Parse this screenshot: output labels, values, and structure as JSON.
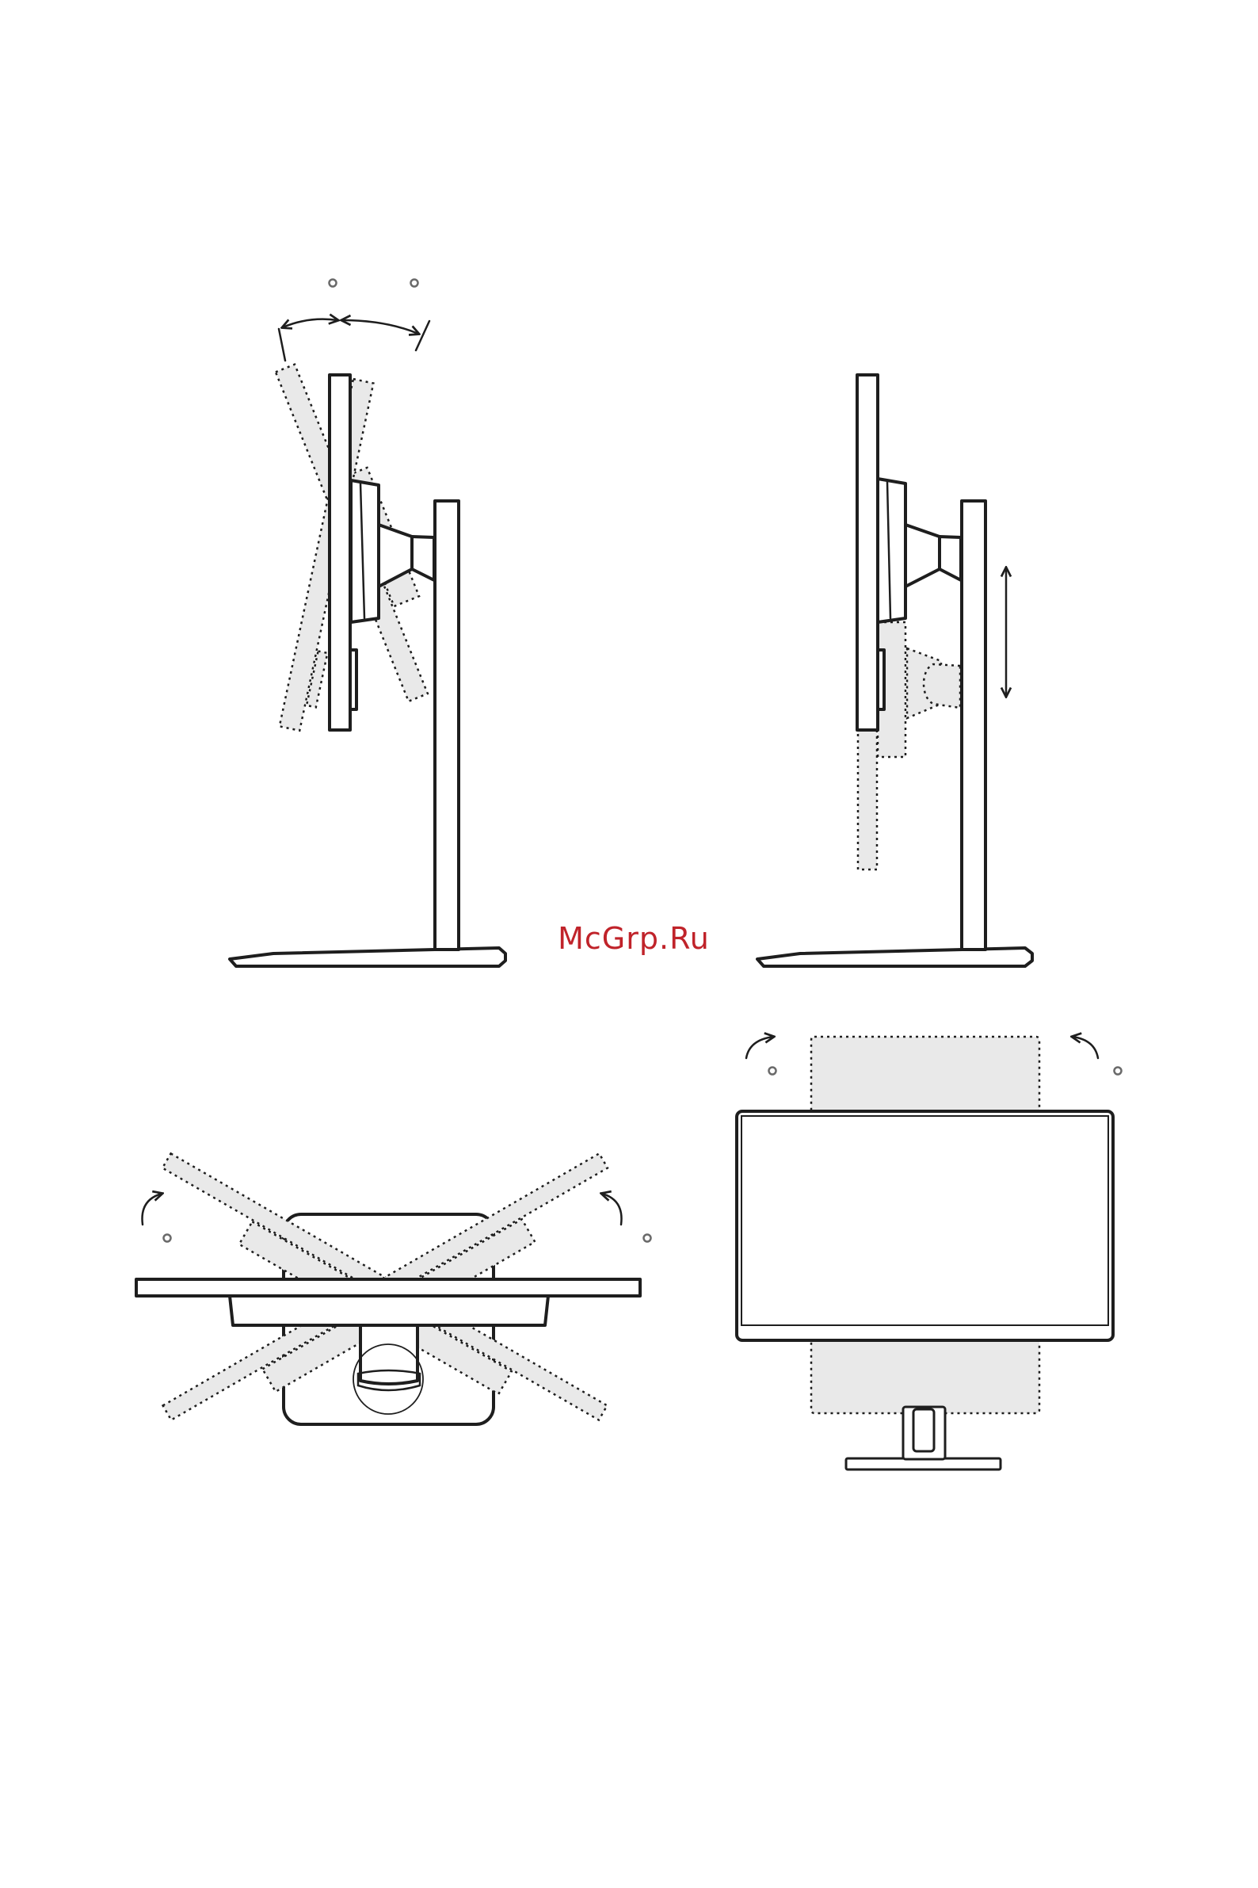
{
  "watermark": "McGrp.Ru",
  "diagrams": [
    {
      "name": "tilt-adjustment"
    },
    {
      "name": "height-adjustment"
    },
    {
      "name": "swivel-adjustment"
    },
    {
      "name": "pivot-adjustment"
    }
  ],
  "palette": {
    "line": "#1e1e1e",
    "ghost_fill": "#e9e9e9",
    "degree_mark": "#6a6a6a",
    "watermark": "#c0232a"
  }
}
